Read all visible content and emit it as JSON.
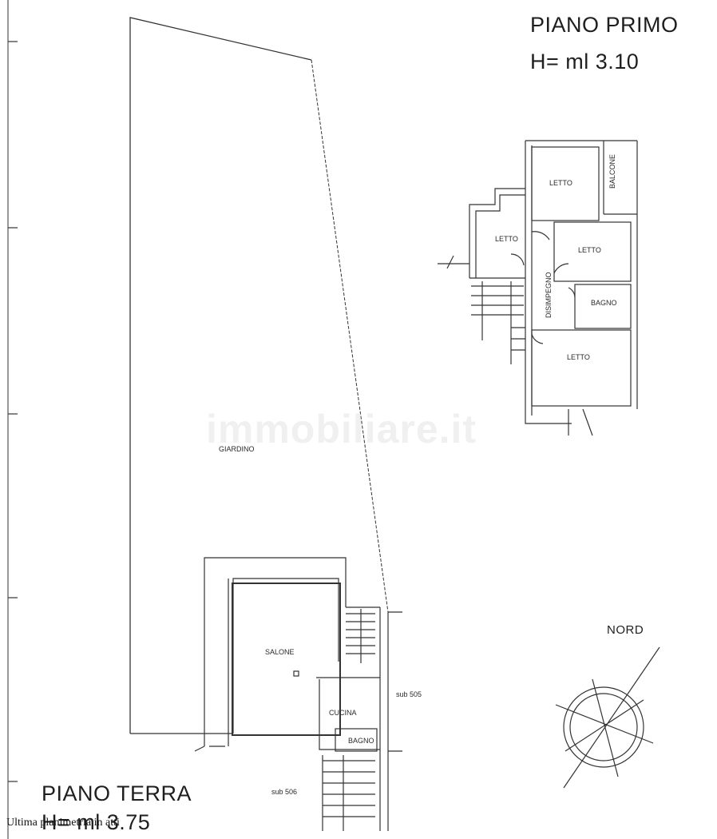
{
  "floors": {
    "primo": {
      "title": "PIANO PRIMO",
      "height": "H= ml 3.10",
      "rooms": {
        "letto_top": "LETTO",
        "balcone": "BALCONE",
        "letto_left": "LETTO",
        "letto_middle": "LETTO",
        "disimpegno": "DISIMPEGNO",
        "bagno": "BAGNO",
        "letto_bottom": "LETTO"
      }
    },
    "terra": {
      "title": "PIANO TERRA",
      "height": "H= ml 3.75",
      "rooms": {
        "giardino": "GIARDINO",
        "salone": "SALONE",
        "cucina": "CUCINA",
        "bagno": "BAGNO"
      },
      "sub_labels": {
        "sub505": "sub 505",
        "sub506": "sub 506"
      }
    }
  },
  "compass": {
    "label": "NORD"
  },
  "footer_note": "Ultima planimetria in atti",
  "watermark": "immobiliare.it",
  "colors": {
    "line": "#333333",
    "background": "#ffffff",
    "watermark": "#c8c8c8"
  }
}
